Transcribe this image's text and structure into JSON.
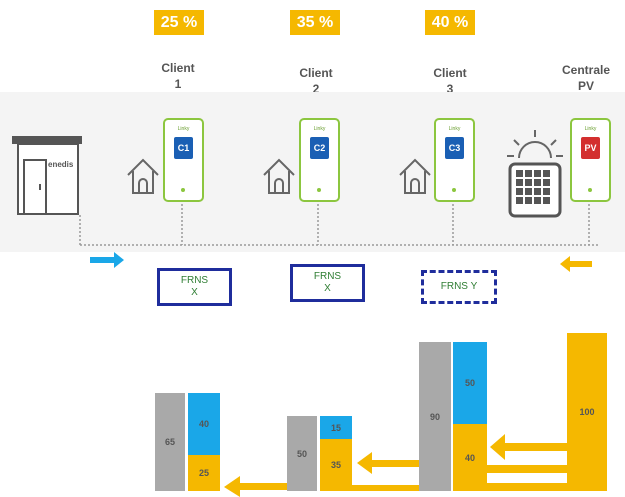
{
  "shares": [
    "25 %",
    "35 %",
    "40 %"
  ],
  "labels": {
    "client1": "Client\n1",
    "client2": "Client\n2",
    "client3": "Client\n3",
    "pv": "Centrale\nPV"
  },
  "enedis": "enedis",
  "meters": [
    {
      "brand": "Linky",
      "screen": "C1",
      "color": "#1a5fb4"
    },
    {
      "brand": "Linky",
      "screen": "C2",
      "color": "#1a5fb4"
    },
    {
      "brand": "Linky",
      "screen": "C3",
      "color": "#1a5fb4"
    },
    {
      "brand": "Linky",
      "screen": "PV",
      "color": "#d32f2f"
    }
  ],
  "frns": [
    "FRNS\nX",
    "FRNS\nX",
    "FRNS Y"
  ],
  "colors": {
    "accent": "#f5b800",
    "grid": "#1aa7e8",
    "frns_border": "#1f2d9c",
    "meter": "#8cc63f"
  },
  "chart_data": [
    {
      "type": "bar",
      "bars": [
        {
          "series": "gray",
          "value": 65
        },
        {
          "series": "stack",
          "values": [
            25,
            40
          ]
        }
      ]
    },
    {
      "type": "bar",
      "bars": [
        {
          "series": "gray",
          "value": 50
        },
        {
          "series": "stack",
          "values": [
            35,
            15
          ]
        }
      ]
    },
    {
      "type": "bar",
      "bars": [
        {
          "series": "gray",
          "value": 90
        },
        {
          "series": "stack",
          "values": [
            40,
            50
          ]
        }
      ]
    },
    {
      "type": "bar",
      "bars": [
        {
          "series": "yellow",
          "value": 100
        }
      ]
    }
  ],
  "bar_labels": {
    "g1": "65",
    "b1": "40",
    "y1": "25",
    "g2": "50",
    "b2": "15",
    "y2": "35",
    "g3": "90",
    "b3": "50",
    "y3": "40",
    "y4": "100"
  }
}
